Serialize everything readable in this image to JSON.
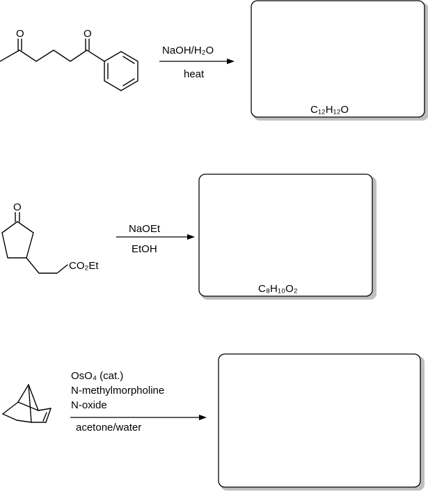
{
  "reactions": [
    {
      "reagent_lines": [
        "NaOH/H₂O"
      ],
      "condition_lines": [
        "heat"
      ],
      "product_formula": "C₁₂H₁₂O",
      "structure_labels": [
        "O",
        "O"
      ]
    },
    {
      "reagent_lines": [
        "NaOEt"
      ],
      "condition_lines": [
        "EtOH"
      ],
      "product_formula": "C₈H₁₀O₂",
      "structure_labels": [
        "O",
        "CO₂Et"
      ]
    },
    {
      "reagent_lines": [
        "OsO₄ (cat.)",
        "N-methylmorpholine",
        "N-oxide"
      ],
      "condition_lines": [
        "acetone/water"
      ],
      "product_formula": "",
      "structure_labels": []
    }
  ]
}
